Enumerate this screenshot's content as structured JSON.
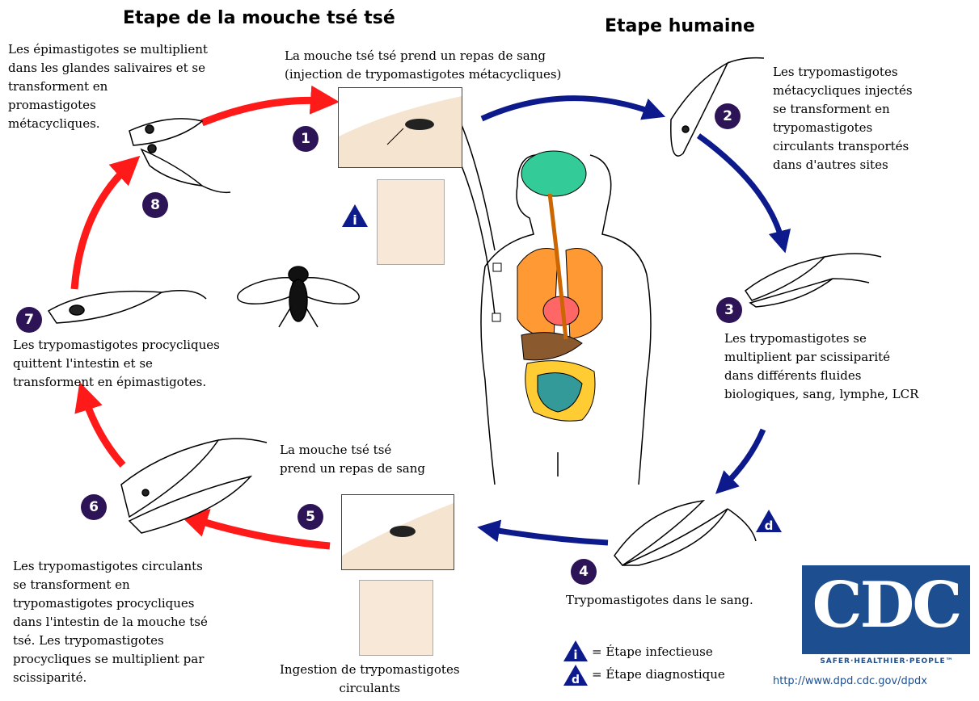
{
  "headers": {
    "tsetse_stage": "Etape de la mouche tsé tsé",
    "human_stage": "Etape humaine"
  },
  "steps": [
    {
      "number": "1",
      "text": "La mouche tsé tsé prend un repas de sang\n(injection de trypomastigotes métacycliques)"
    },
    {
      "number": "2",
      "text": "Les trypomastigotes\nmétacycliques injectés\nse transforment en\ntrypomastigotes\ncirculants transportés\ndans d'autres sites"
    },
    {
      "number": "3",
      "text": "Les trypomastigotes se\nmultiplient par scissiparité\ndans différents fluides\nbiologiques, sang, lymphe, LCR"
    },
    {
      "number": "4",
      "text": "Trypomastigotes dans le sang."
    },
    {
      "number": "5",
      "text": "La mouche tsé tsé\nprend un repas de sang"
    },
    {
      "number": "6",
      "text": "Les trypomastigotes circulants\nse transforment en\ntrypomastigotes procycliques\ndans l'intestin de la mouche tsé\ntsé. Les trypomastigotes\nprocycliques se multiplient par\nscissiparité."
    },
    {
      "number": "7",
      "text": "Les trypomastigotes procycliques\nquittent l'intestin et se\ntransforment en épimastigotes."
    },
    {
      "number": "8",
      "text": "Les épimastigotes se multiplient\ndans les glandes salivaires et se\ntransforment en\npromastigotes\nmétacycliques."
    }
  ],
  "ingestion_label": "Ingestion de trypomastigotes\ncirculants",
  "legend": {
    "infective_symbol": "i",
    "infective_label": "= Étape infectieuse",
    "diagnostic_symbol": "d",
    "diagnostic_label": "= Étape diagnostique"
  },
  "logo": {
    "text": "CDC",
    "tagline": "SAFER·HEALTHIER·PEOPLE™",
    "url": "http://www.dpd.cdc.gov/dpdx"
  },
  "colors": {
    "tsetse_arrows": "#ff1a1a",
    "human_arrows": "#0d1a8c",
    "step_badge": "#2d1457",
    "cdc_blue": "#1d4e8f"
  }
}
